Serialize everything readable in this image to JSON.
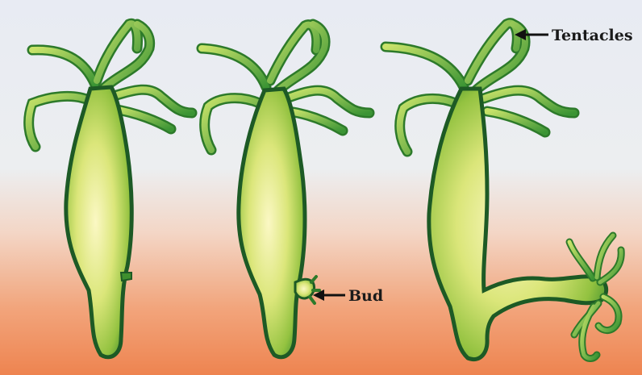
{
  "labels": {
    "tentacles": "Tentacles",
    "bud": "Bud"
  },
  "colors": {
    "body_light": "#f4f3a8",
    "body_mid": "#b6d24a",
    "body_dark": "#2f8a2c",
    "outline": "#1d5a25",
    "background_top": "#e9ecf2",
    "background_bottom": "#ef8a58"
  },
  "figures": [
    {
      "name": "hydra-adult"
    },
    {
      "name": "hydra-with-bud"
    },
    {
      "name": "hydra-with-grown-bud"
    }
  ]
}
